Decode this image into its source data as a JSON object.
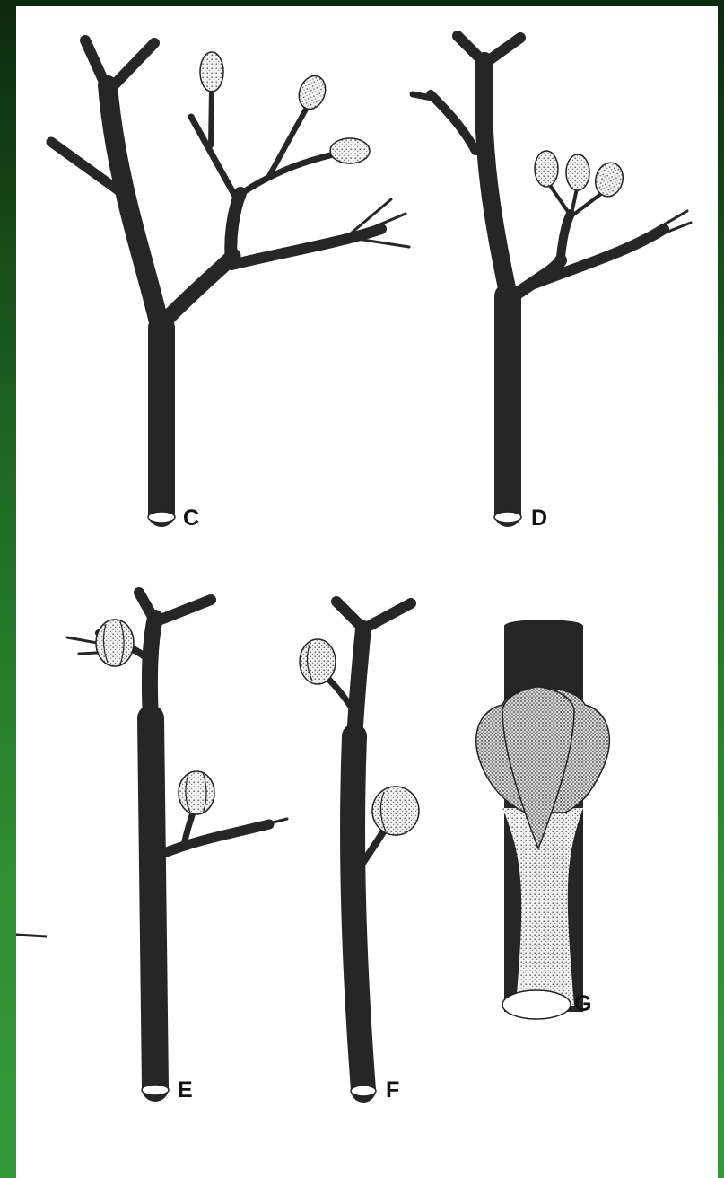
{
  "figure": {
    "panels": [
      {
        "id": "C",
        "label": "C"
      },
      {
        "id": "D",
        "label": "D"
      },
      {
        "id": "E",
        "label": "E"
      },
      {
        "id": "F",
        "label": "F"
      },
      {
        "id": "G",
        "label": "G"
      }
    ]
  },
  "colors": {
    "ink": "#262626",
    "paper": "#ffffff",
    "stipple": "#cfcfcf",
    "background_dark": "#0c2a0c",
    "background_light": "#35993a"
  }
}
